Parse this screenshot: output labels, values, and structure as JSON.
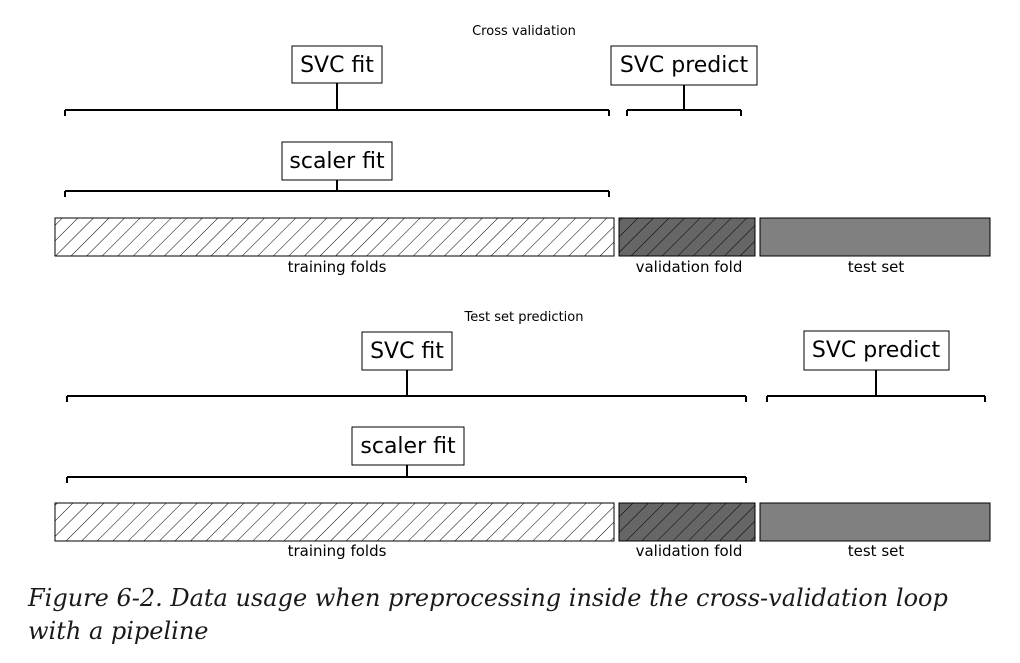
{
  "panels": [
    {
      "title": "Cross validation",
      "labels": {
        "svc_fit": "SVC fit",
        "svc_predict": "SVC predict",
        "scaler_fit": "scaler fit"
      },
      "segments": {
        "training": "training folds",
        "validation": "validation fold",
        "test": "test set"
      }
    },
    {
      "title": "Test set prediction",
      "labels": {
        "svc_fit": "SVC fit",
        "svc_predict": "SVC predict",
        "scaler_fit": "scaler fit"
      },
      "segments": {
        "training": "training folds",
        "validation": "validation fold",
        "test": "test set"
      }
    }
  ],
  "caption": "Figure 6-2. Data usage when preprocessing inside the cross-validation loop with a pipeline",
  "colors": {
    "hatch_light_fill": "#ffffff",
    "hatch_dark_fill": "#666666",
    "test_fill": "#808080",
    "stroke": "#000000"
  }
}
